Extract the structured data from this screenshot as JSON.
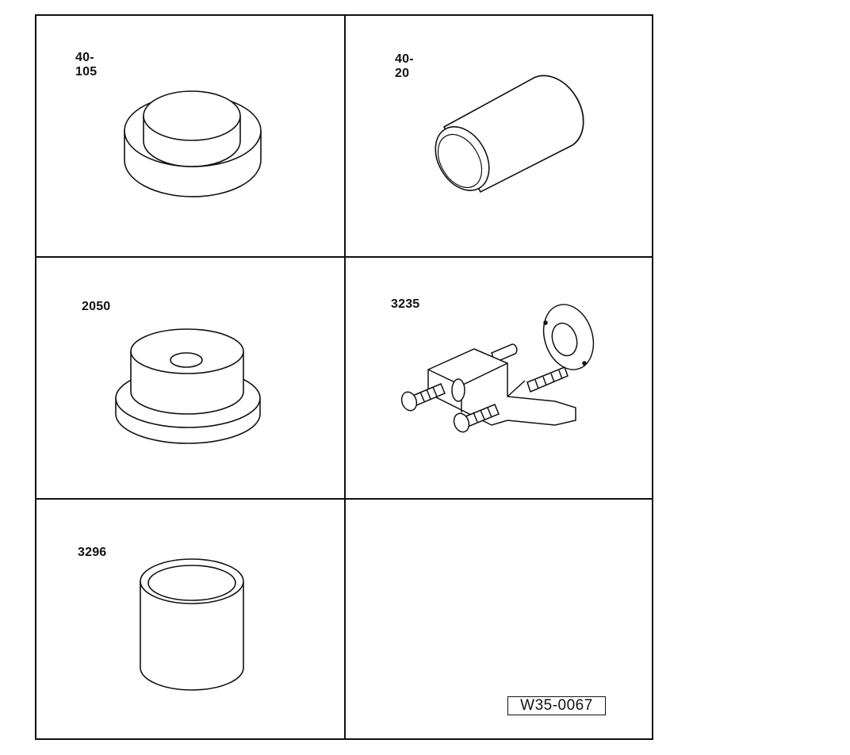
{
  "tools": [
    {
      "label": "40-105"
    },
    {
      "label": "40-20"
    },
    {
      "label": "2050"
    },
    {
      "label": "3235"
    },
    {
      "label": "3296"
    }
  ],
  "figure_code": "W35-0067"
}
